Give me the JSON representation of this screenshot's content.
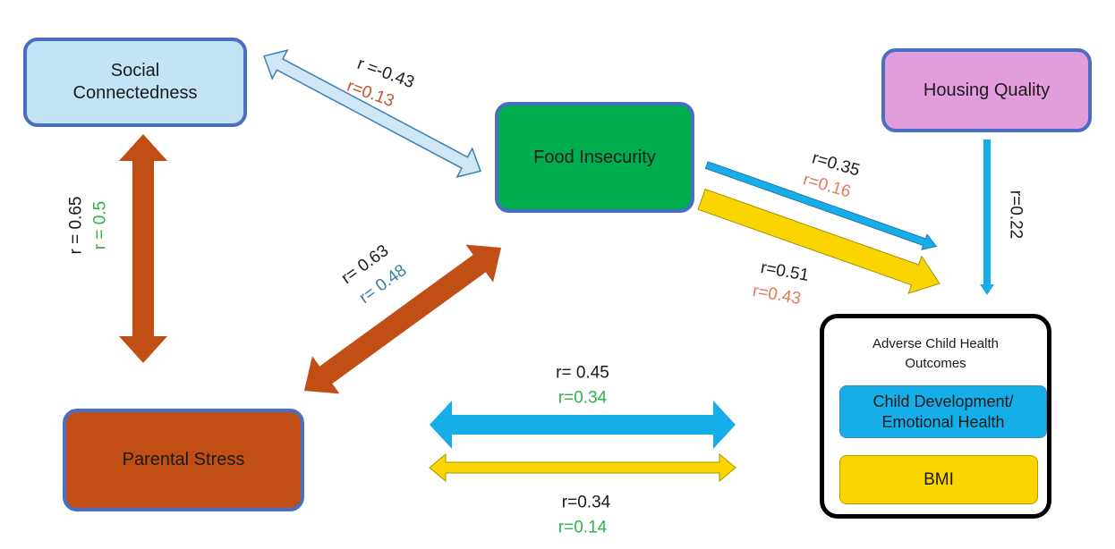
{
  "nodes": {
    "social_connectedness": "Social\nConnectedness",
    "food_insecurity": "Food Insecurity",
    "parental_stress": "Parental Stress",
    "housing_quality": "Housing Quality",
    "outcomes": {
      "title": "Adverse Child Health\nOutcomes",
      "child_development": "Child Development/\nEmotional Health",
      "bmi": "BMI"
    }
  },
  "edges": {
    "social_food": {
      "r1": "r =-0.43",
      "r2": "r=0.13"
    },
    "social_parental": {
      "r1": "r = 0.65",
      "r2": "r = 0.5"
    },
    "food_parental": {
      "r1": "r= 0.63",
      "r2": "r= 0.48"
    },
    "food_dev": {
      "r1": "r=0.35",
      "r2": "r=0.16"
    },
    "food_bmi": {
      "r1": "r=0.51",
      "r2": "r=0.43"
    },
    "housing_outcomes": {
      "r1": "r=0.22"
    },
    "parental_dev": {
      "r1": "r= 0.45",
      "r2": "r=0.34"
    },
    "parental_bmi": {
      "r1": "r=0.34",
      "r2": "r=0.14"
    }
  },
  "colors": {
    "black_text": "#1a1a1a",
    "orange_text": "#e07b5c",
    "rust_text": "#c1562c",
    "green_text": "#2db34a",
    "blue_text": "#3a7fa6",
    "light_blue_arrow": "#cfe6f4",
    "rust_arrow": "#c14e14",
    "cyan_arrow": "#16aee8",
    "yellow_arrow": "#fad500"
  }
}
